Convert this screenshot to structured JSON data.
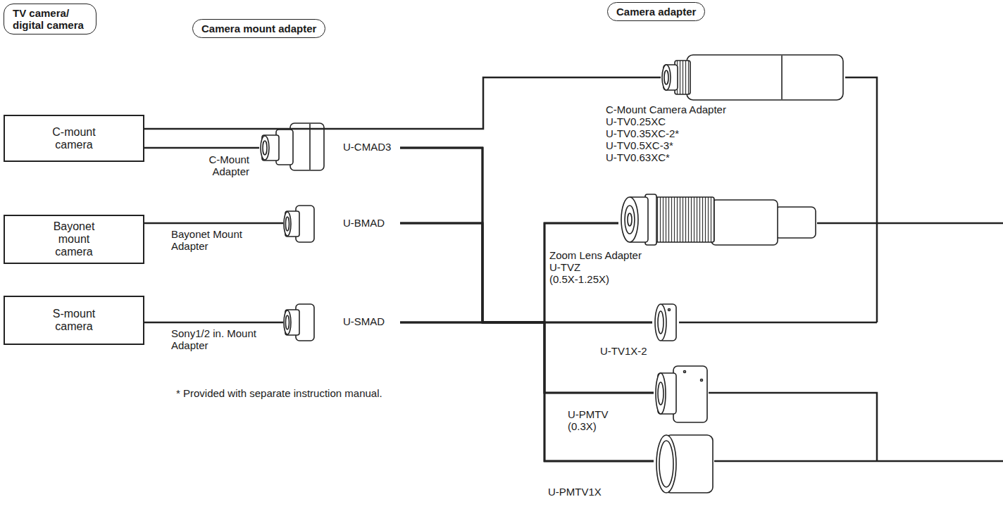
{
  "diagram": {
    "nodes": [
      {
        "text": [
          "TV camera/ digital camera"
        ]
      },
      {
        "text": [
          "Camera mount adapter"
        ]
      },
      {
        "text": [
          "Camera adapter"
        ]
      },
      {
        "text": [
          "C-mount camera"
        ]
      },
      {
        "text": [
          "Bayonet mount camera"
        ]
      },
      {
        "text": [
          "S-mount camera"
        ]
      },
      {
        "text": [
          "C-Mount Adapter",
          "U-CMAD3"
        ]
      },
      {
        "text": [
          "Bayonet Mount Adapter",
          "U-BMAD"
        ]
      },
      {
        "text": [
          "Sony1/2 in. Mount Adapter",
          "U-SMAD"
        ]
      },
      {
        "text": [
          "C-Mount Camera Adapter",
          "U-TV0.25XC",
          "U-TV0.35XC-2*",
          "U-TV0.5XC-3*",
          "U-TV0.63XC*"
        ]
      },
      {
        "text": [
          "Zoom Lens Adapter",
          "U-TVZ",
          "(0.5X-1.25X)"
        ]
      },
      {
        "text": [
          "U-TV1X-2"
        ]
      },
      {
        "text": [
          "U-PMTV",
          "(0.3X)"
        ]
      },
      {
        "text": [
          "U-PMTV1X"
        ]
      }
    ],
    "edges": [
      {
        "from": 3,
        "to": 9,
        "arrow": "none"
      },
      {
        "from": 3,
        "to": 6,
        "arrow": "none"
      },
      {
        "from": 4,
        "to": 7,
        "arrow": "none"
      },
      {
        "from": 5,
        "to": 8,
        "arrow": "none"
      },
      {
        "from": 6,
        "to": 10,
        "arrow": "none"
      },
      {
        "from": 6,
        "to": 11,
        "arrow": "none"
      },
      {
        "from": 6,
        "to": 12,
        "arrow": "none"
      },
      {
        "from": 6,
        "to": 13,
        "arrow": "none"
      },
      {
        "from": 7,
        "to": 10,
        "arrow": "none"
      },
      {
        "from": 7,
        "to": 11,
        "arrow": "none"
      },
      {
        "from": 7,
        "to": 12,
        "arrow": "none"
      },
      {
        "from": 7,
        "to": 13,
        "arrow": "none"
      },
      {
        "from": 8,
        "to": 10,
        "arrow": "none"
      },
      {
        "from": 8,
        "to": 11,
        "arrow": "none"
      },
      {
        "from": 8,
        "to": 12,
        "arrow": "none"
      },
      {
        "from": 8,
        "to": 13,
        "arrow": "none"
      }
    ],
    "labels": [
      "* Provided with separate instruction manual."
    ]
  }
}
